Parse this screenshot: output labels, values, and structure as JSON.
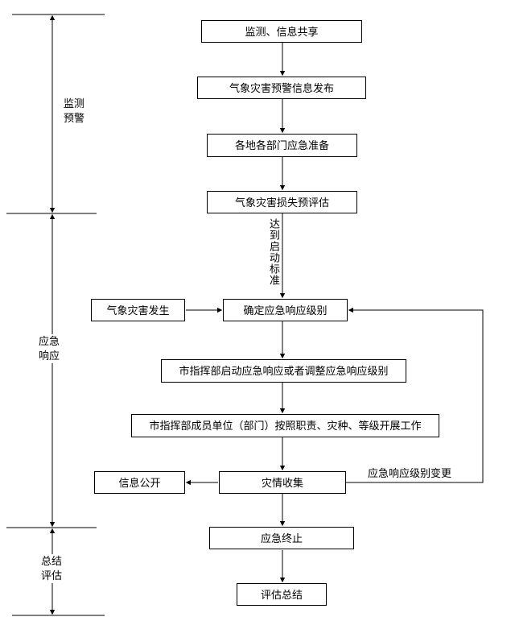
{
  "phases": [
    {
      "label": "监测\n预警"
    },
    {
      "label": "应急\n响应"
    },
    {
      "label": "总结\n评估"
    }
  ],
  "nodes": {
    "monitor_share": "监测、信息共享",
    "warning_release": "气象灾害预警信息发布",
    "dept_preparation": "各地各部门应急准备",
    "loss_preassessment": "气象灾害损失预评估",
    "disaster_occurs": "气象灾害发生",
    "determine_level": "确定应急响应级别",
    "start_adjust_response": "市指挥部启动应急响应或者调整应急响应级别",
    "members_work": "市指挥部成员单位（部门）按照职责、灾种、等级开展工作",
    "info_disclosure": "信息公开",
    "disaster_collection": "灾情收集",
    "emergency_termination": "应急终止",
    "evaluation_summary": "评估总结"
  },
  "labels": {
    "reach_criteria": "达到启动标准",
    "level_change": "应急响应级别变更"
  },
  "colors": {
    "line": "#000000",
    "background": "#ffffff"
  }
}
